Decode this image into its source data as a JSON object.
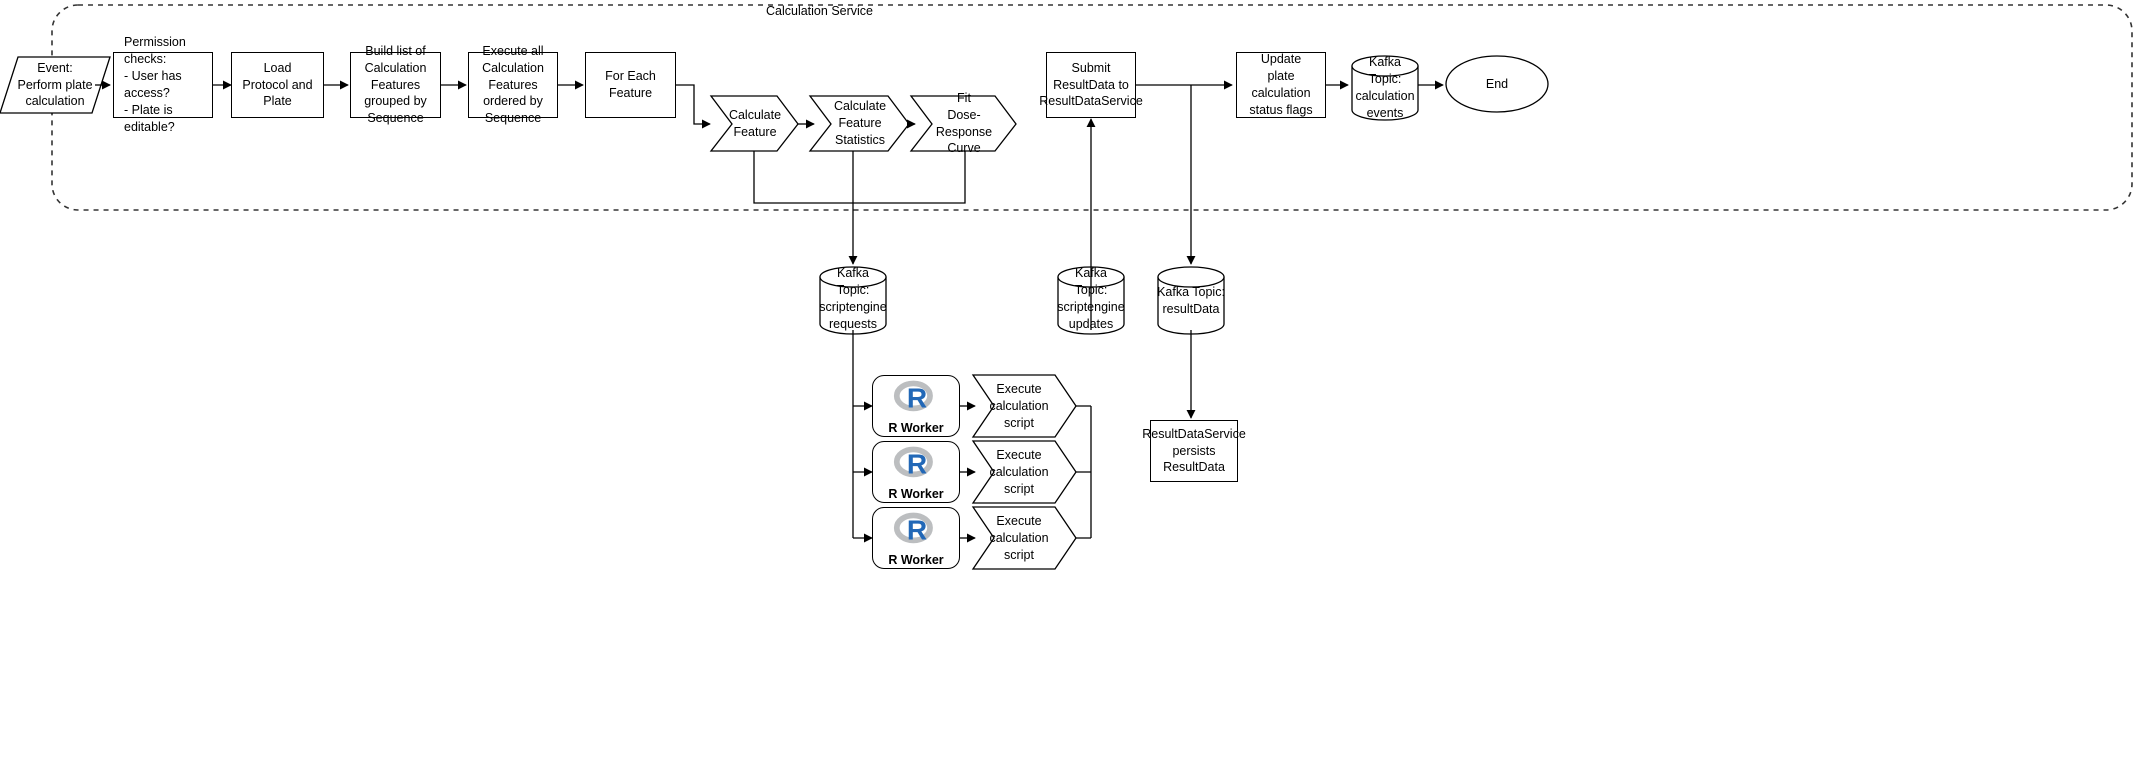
{
  "diagram": {
    "title": "Calculation Service",
    "boundary_style": "dashed-rounded"
  },
  "colors": {
    "stroke": "#000000",
    "fill": "#ffffff",
    "r_logo_blue": "#2268B7",
    "r_logo_gray": "#BCBEC0",
    "boundary": "#333333"
  },
  "nodes": {
    "event_start": {
      "label": "Event:\nPerform plate\ncalculation",
      "shape": "parallelogram"
    },
    "permission_checks": {
      "label": "Permission checks:\n- User has access?\n- Plate is editable?",
      "shape": "rect"
    },
    "load_protocol": {
      "label": "Load\nProtocol and Plate",
      "shape": "rect"
    },
    "build_list": {
      "label": "Build list of\nCalculation Features\ngrouped by\nSequence",
      "shape": "rect"
    },
    "execute_all": {
      "label": "Execute all\nCalculation Features\nordered by\nSequence",
      "shape": "rect"
    },
    "for_each_feature": {
      "label": "For Each\nFeature",
      "shape": "rect"
    },
    "calculate_feature": {
      "label": "Calculate\nFeature",
      "shape": "chevron"
    },
    "calculate_feature_statistics": {
      "label": "Calculate\nFeature\nStatistics",
      "shape": "chevron"
    },
    "fit_dose_response": {
      "label": "Fit\nDose-Response\nCurve",
      "shape": "chevron"
    },
    "submit_resultdata": {
      "label": "Submit\nResultData to\nResultDataService",
      "shape": "rect"
    },
    "update_status_flags": {
      "label": "Update\nplate calculation\nstatus flags",
      "shape": "rect"
    },
    "kafka_calculation_events": {
      "label": "Kafka Topic:\ncalculation\nevents",
      "shape": "cylinder"
    },
    "end": {
      "label": "End",
      "shape": "ellipse"
    },
    "kafka_scriptengine_requests": {
      "label": "Kafka Topic:\nscriptengine\nrequests",
      "shape": "cylinder"
    },
    "kafka_scriptengine_updates": {
      "label": "Kafka Topic:\nscriptengine\nupdates",
      "shape": "cylinder"
    },
    "kafka_resultdata": {
      "label": "Kafka Topic:\nresultData",
      "shape": "cylinder"
    },
    "resultdataservice_persists": {
      "label": "ResultDataService\npersists\nResultData",
      "shape": "rect"
    },
    "r_worker_1": {
      "label": "R Worker",
      "shape": "rounded-rect",
      "icon": "r-logo-icon"
    },
    "r_worker_2": {
      "label": "R Worker",
      "shape": "rounded-rect",
      "icon": "r-logo-icon"
    },
    "r_worker_3": {
      "label": "R Worker",
      "shape": "rounded-rect",
      "icon": "r-logo-icon"
    },
    "execute_script_1": {
      "label": "Execute\ncalculation\nscript",
      "shape": "chevron"
    },
    "execute_script_2": {
      "label": "Execute\ncalculation\nscript",
      "shape": "chevron"
    },
    "execute_script_3": {
      "label": "Execute\ncalculation\nscript",
      "shape": "chevron"
    }
  }
}
